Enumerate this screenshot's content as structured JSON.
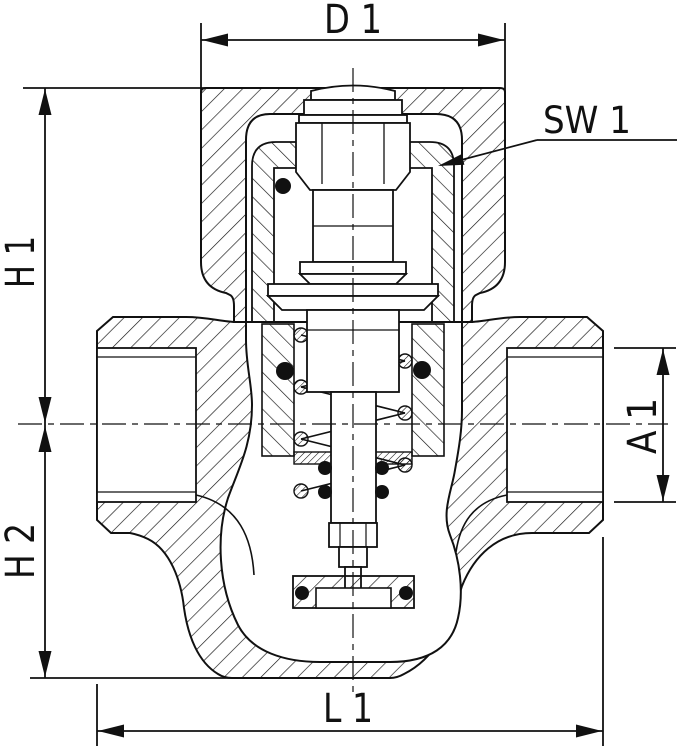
{
  "drawing": {
    "labels": {
      "d1": "D 1",
      "sw1": "SW 1",
      "h1": "H 1",
      "h2": "H 2",
      "a1": "A 1",
      "l1": "L 1"
    },
    "colors": {
      "line": "#111111",
      "background": "#ffffff"
    }
  }
}
